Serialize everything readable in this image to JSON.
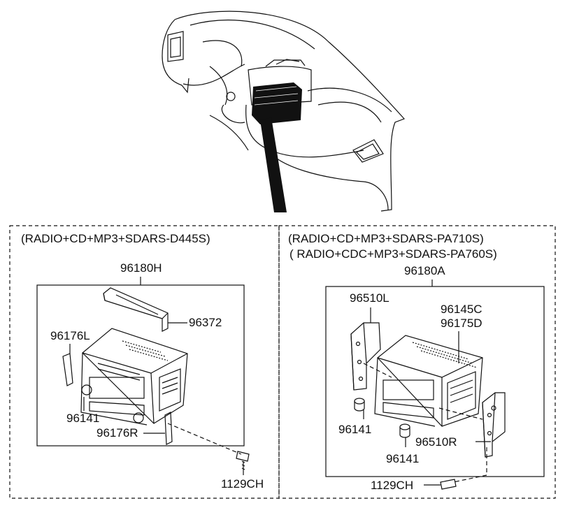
{
  "left_panel": {
    "title": "(RADIO+CD+MP3+SDARS-D445S)",
    "assembly_code": "96180H",
    "parts": {
      "bracket_top": "96372",
      "bracket_left": "96176L",
      "bracket_right": "96176R",
      "knob": "96141",
      "screw": "1129CH"
    }
  },
  "right_panel": {
    "title_line1": "(RADIO+CD+MP3+SDARS-PA710S)",
    "title_line2": "( RADIO+CDC+MP3+SDARS-PA760S)",
    "assembly_code": "96180A",
    "parts": {
      "bracket_left": "96510L",
      "code_a": "96145C",
      "code_b": "96175D",
      "knob_left": "96141",
      "knob_right": "96141",
      "bracket_right": "96510R",
      "screw": "1129CH"
    }
  },
  "colors": {
    "line": "#111111",
    "background": "#ffffff"
  }
}
